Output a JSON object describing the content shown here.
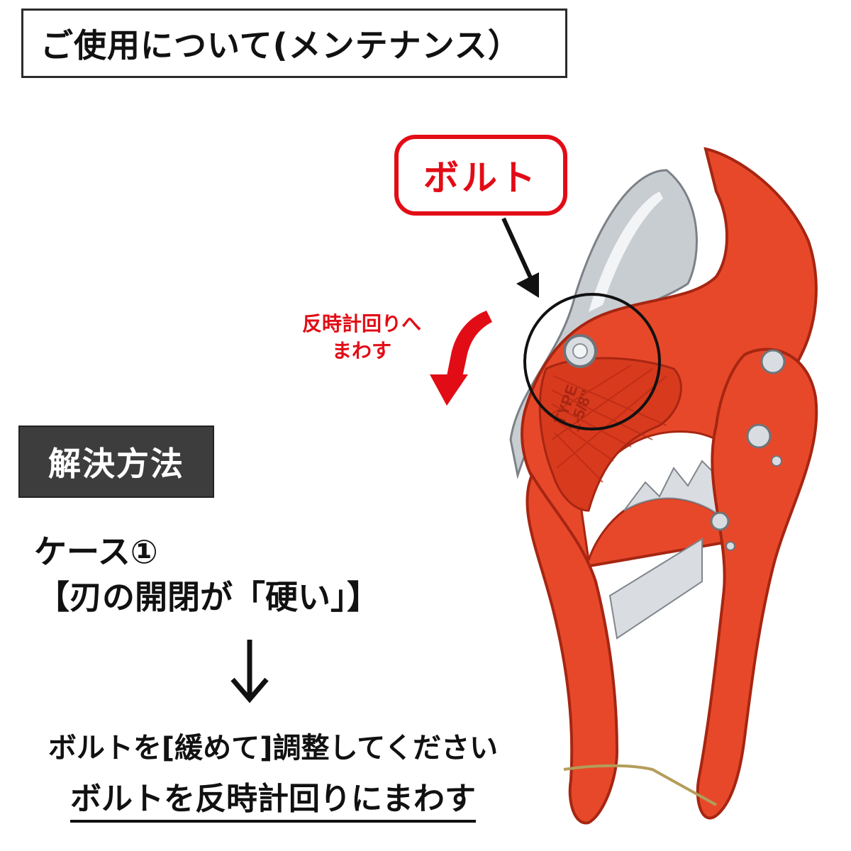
{
  "header": {
    "title": "ご使用について(メンテナンス）"
  },
  "callout": {
    "bolt_label": "ボルト",
    "rotate_text_line1": "反時計回りへ",
    "rotate_text_line2": "まわす"
  },
  "solution": {
    "label": "解決方法",
    "case_label": "ケース①",
    "case_detail": "【刃の開閉が「硬い」】",
    "instruction": "ボルトを[緩めて]調整してください",
    "instruction_underlined": "ボルトを反時計回りにまわす"
  },
  "product": {
    "blade_text_line1": "TYPE",
    "blade_text_line2": "1-5/8\""
  },
  "colors": {
    "accent_red": "#e20c16",
    "tool_orange": "#e8482a",
    "dark_box": "#3d3d3d"
  }
}
